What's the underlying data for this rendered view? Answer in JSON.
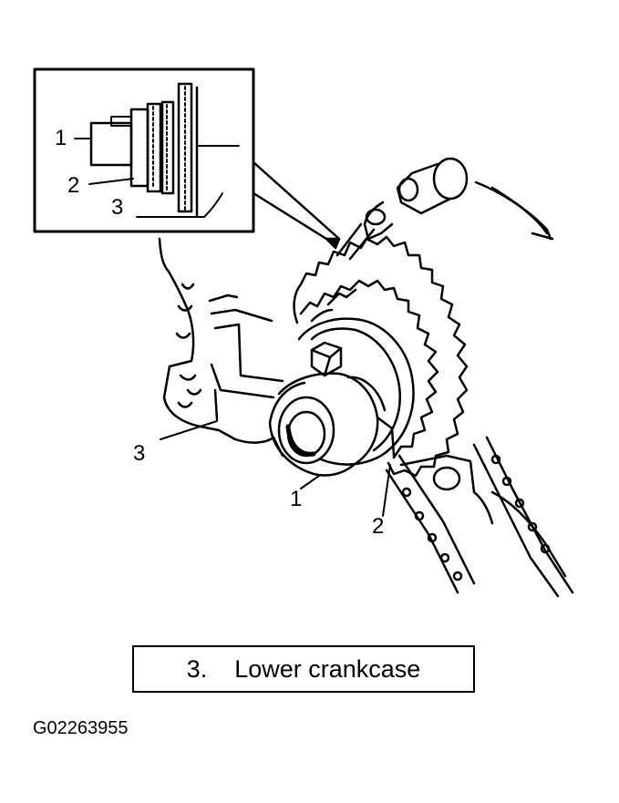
{
  "inset": {
    "callouts": [
      "1",
      "2",
      "3"
    ]
  },
  "main_callouts": {
    "c1": "1",
    "c2": "2",
    "c3": "3"
  },
  "legend": {
    "number": "3.",
    "text": "Lower crankcase"
  },
  "figure_id": "G02263955"
}
